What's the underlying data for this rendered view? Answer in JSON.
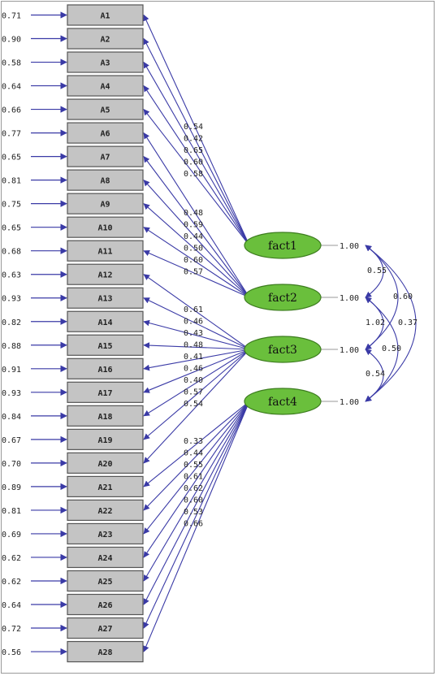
{
  "diagram": {
    "colors": {
      "path": "#3a3aa6",
      "box_fill": "#c4c4c4",
      "box_stroke": "#555555",
      "ellipse_fill": "#6abf3c",
      "ellipse_stroke": "#3d7d1f",
      "text": "#222222"
    },
    "items": [
      {
        "label": "A1",
        "error": "0.71",
        "factor": "fact1",
        "loading": "0.54"
      },
      {
        "label": "A2",
        "error": "0.90",
        "factor": "fact1",
        "loading": "0.42"
      },
      {
        "label": "A3",
        "error": "0.58",
        "factor": "fact1",
        "loading": "0.65"
      },
      {
        "label": "A4",
        "error": "0.64",
        "factor": "fact1",
        "loading": "0.60"
      },
      {
        "label": "A5",
        "error": "0.66",
        "factor": "fact1",
        "loading": "0.58"
      },
      {
        "label": "A6",
        "error": "0.77",
        "factor": "fact2",
        "loading": "0.48"
      },
      {
        "label": "A7",
        "error": "0.65",
        "factor": "fact2",
        "loading": "0.59"
      },
      {
        "label": "A8",
        "error": "0.81",
        "factor": "fact2",
        "loading": "0.44"
      },
      {
        "label": "A9",
        "error": "0.75",
        "factor": "fact2",
        "loading": "0.50"
      },
      {
        "label": "A10",
        "error": "0.65",
        "factor": "fact2",
        "loading": "0.60"
      },
      {
        "label": "A11",
        "error": "0.68",
        "factor": "fact2",
        "loading": "0.57"
      },
      {
        "label": "A12",
        "error": "0.63",
        "factor": "fact3",
        "loading": "0.61"
      },
      {
        "label": "A13",
        "error": "0.93",
        "factor": "fact3",
        "loading": "0.46"
      },
      {
        "label": "A14",
        "error": "0.82",
        "factor": "fact3",
        "loading": "0.43"
      },
      {
        "label": "A15",
        "error": "0.88",
        "factor": "fact3",
        "loading": "0.48"
      },
      {
        "label": "A16",
        "error": "0.91",
        "factor": "fact3",
        "loading": "0.41"
      },
      {
        "label": "A17",
        "error": "0.93",
        "factor": "fact3",
        "loading": "0.46"
      },
      {
        "label": "A18",
        "error": "0.84",
        "factor": "fact3",
        "loading": "0.40"
      },
      {
        "label": "A19",
        "error": "0.67",
        "factor": "fact3",
        "loading": "0.57"
      },
      {
        "label": "A20",
        "error": "0.70",
        "factor": "fact3",
        "loading": "0.54"
      },
      {
        "label": "A21",
        "error": "0.89",
        "factor": "fact4",
        "loading": "0.33"
      },
      {
        "label": "A22",
        "error": "0.81",
        "factor": "fact4",
        "loading": "0.44"
      },
      {
        "label": "A23",
        "error": "0.69",
        "factor": "fact4",
        "loading": "0.55"
      },
      {
        "label": "A24",
        "error": "0.62",
        "factor": "fact4",
        "loading": "0.61"
      },
      {
        "label": "A25",
        "error": "0.62",
        "factor": "fact4",
        "loading": "0.62"
      },
      {
        "label": "A26",
        "error": "0.64",
        "factor": "fact4",
        "loading": "0.60"
      },
      {
        "label": "A27",
        "error": "0.72",
        "factor": "fact4",
        "loading": "0.53"
      },
      {
        "label": "A28",
        "error": "0.56",
        "factor": "fact4",
        "loading": "0.66"
      }
    ],
    "factors": [
      {
        "name": "fact1",
        "variance": "1.00"
      },
      {
        "name": "fact2",
        "variance": "1.00"
      },
      {
        "name": "fact3",
        "variance": "1.00"
      },
      {
        "name": "fact4",
        "variance": "1.00"
      }
    ],
    "correlations": [
      {
        "from": "fact1",
        "to": "fact2",
        "value": "0.55"
      },
      {
        "from": "fact1",
        "to": "fact3",
        "value": "0.60"
      },
      {
        "from": "fact1",
        "to": "fact4",
        "value": "0.37"
      },
      {
        "from": "fact2",
        "to": "fact3",
        "value": "1.02"
      },
      {
        "from": "fact2",
        "to": "fact4",
        "value": "0.50"
      },
      {
        "from": "fact3",
        "to": "fact4",
        "value": "0.54"
      }
    ]
  }
}
